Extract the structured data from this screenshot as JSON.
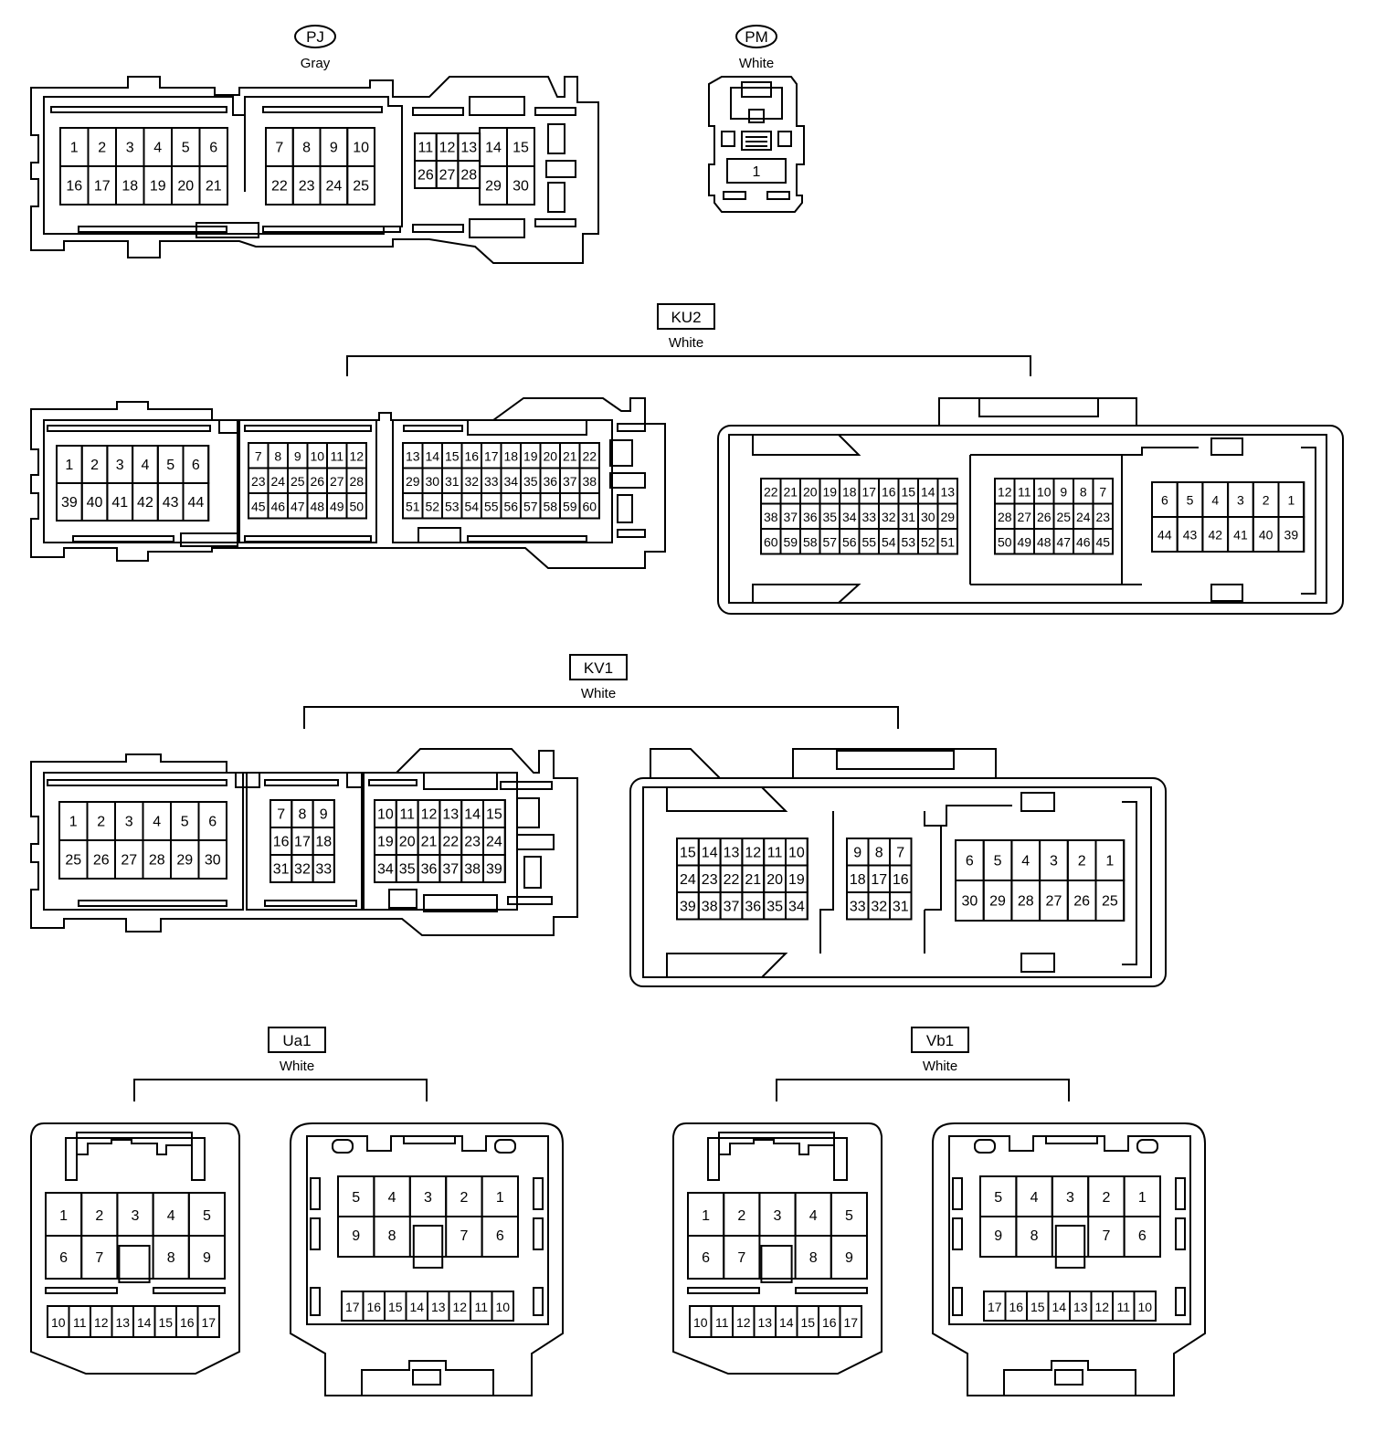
{
  "colors": {
    "ink": "#000000",
    "background": "#ffffff"
  },
  "connectors": {
    "PJ": {
      "id": "PJ",
      "color": "Gray",
      "label_style": "oval",
      "blocks": [
        {
          "rows": [
            [
              "1",
              "2",
              "3",
              "4",
              "5",
              "6"
            ],
            [
              "16",
              "17",
              "18",
              "19",
              "20",
              "21"
            ]
          ]
        },
        {
          "rows": [
            [
              "7",
              "8",
              "9",
              "10"
            ],
            [
              "22",
              "23",
              "24",
              "25"
            ]
          ]
        },
        {
          "rows": [
            [
              "11",
              "12",
              "13"
            ],
            [
              "26",
              "27",
              "28"
            ]
          ]
        },
        {
          "rows": [
            [
              "14",
              "15"
            ],
            [
              "29",
              "30"
            ]
          ]
        }
      ]
    },
    "PM": {
      "id": "PM",
      "color": "White",
      "label_style": "oval",
      "blocks": [
        {
          "rows": [
            [
              "1"
            ]
          ]
        }
      ]
    },
    "KU2": {
      "id": "KU2",
      "color": "White",
      "label_style": "box",
      "left_blocks": [
        {
          "rows": [
            [
              "1",
              "2",
              "3",
              "4",
              "5",
              "6"
            ],
            [
              "39",
              "40",
              "41",
              "42",
              "43",
              "44"
            ]
          ]
        },
        {
          "rows": [
            [
              "7",
              "8",
              "9",
              "10",
              "11",
              "12"
            ],
            [
              "23",
              "24",
              "25",
              "26",
              "27",
              "28"
            ],
            [
              "45",
              "46",
              "47",
              "48",
              "49",
              "50"
            ]
          ]
        },
        {
          "rows": [
            [
              "13",
              "14",
              "15",
              "16",
              "17",
              "18",
              "19",
              "20",
              "21",
              "22"
            ],
            [
              "29",
              "30",
              "31",
              "32",
              "33",
              "34",
              "35",
              "36",
              "37",
              "38"
            ],
            [
              "51",
              "52",
              "53",
              "54",
              "55",
              "56",
              "57",
              "58",
              "59",
              "60"
            ]
          ]
        }
      ],
      "right_blocks": [
        {
          "rows": [
            [
              "22",
              "21",
              "20",
              "19",
              "18",
              "17",
              "16",
              "15",
              "14",
              "13"
            ],
            [
              "38",
              "37",
              "36",
              "35",
              "34",
              "33",
              "32",
              "31",
              "30",
              "29"
            ],
            [
              "60",
              "59",
              "58",
              "57",
              "56",
              "55",
              "54",
              "53",
              "52",
              "51"
            ]
          ]
        },
        {
          "rows": [
            [
              "12",
              "11",
              "10",
              "9",
              "8",
              "7"
            ],
            [
              "28",
              "27",
              "26",
              "25",
              "24",
              "23"
            ],
            [
              "50",
              "49",
              "48",
              "47",
              "46",
              "45"
            ]
          ]
        },
        {
          "rows": [
            [
              "6",
              "5",
              "4",
              "3",
              "2",
              "1"
            ],
            [
              "44",
              "43",
              "42",
              "41",
              "40",
              "39"
            ]
          ]
        }
      ]
    },
    "KV1": {
      "id": "KV1",
      "color": "White",
      "label_style": "box",
      "left_blocks": [
        {
          "rows": [
            [
              "1",
              "2",
              "3",
              "4",
              "5",
              "6"
            ],
            [
              "25",
              "26",
              "27",
              "28",
              "29",
              "30"
            ]
          ]
        },
        {
          "rows": [
            [
              "7",
              "8",
              "9"
            ],
            [
              "16",
              "17",
              "18"
            ],
            [
              "31",
              "32",
              "33"
            ]
          ]
        },
        {
          "rows": [
            [
              "10",
              "11",
              "12",
              "13",
              "14",
              "15"
            ],
            [
              "19",
              "20",
              "21",
              "22",
              "23",
              "24"
            ],
            [
              "34",
              "35",
              "36",
              "37",
              "38",
              "39"
            ]
          ]
        }
      ],
      "right_blocks": [
        {
          "rows": [
            [
              "15",
              "14",
              "13",
              "12",
              "11",
              "10"
            ],
            [
              "24",
              "23",
              "22",
              "21",
              "20",
              "19"
            ],
            [
              "39",
              "38",
              "37",
              "36",
              "35",
              "34"
            ]
          ]
        },
        {
          "rows": [
            [
              "9",
              "8",
              "7"
            ],
            [
              "18",
              "17",
              "16"
            ],
            [
              "33",
              "32",
              "31"
            ]
          ]
        },
        {
          "rows": [
            [
              "6",
              "5",
              "4",
              "3",
              "2",
              "1"
            ],
            [
              "30",
              "29",
              "28",
              "27",
              "26",
              "25"
            ]
          ]
        }
      ]
    },
    "Ua1": {
      "id": "Ua1",
      "color": "White",
      "label_style": "box",
      "left": {
        "top": [
          "1",
          "2",
          "3",
          "4",
          "5"
        ],
        "mid": [
          "6",
          "7",
          "",
          "8",
          "9"
        ],
        "bottom": [
          "10",
          "11",
          "12",
          "13",
          "14",
          "15",
          "16",
          "17"
        ]
      },
      "right": {
        "top": [
          "5",
          "4",
          "3",
          "2",
          "1"
        ],
        "mid": [
          "9",
          "8",
          "",
          "7",
          "6"
        ],
        "bottom": [
          "17",
          "16",
          "15",
          "14",
          "13",
          "12",
          "11",
          "10"
        ]
      }
    },
    "Vb1": {
      "id": "Vb1",
      "color": "White",
      "label_style": "box",
      "left": {
        "top": [
          "1",
          "2",
          "3",
          "4",
          "5"
        ],
        "mid": [
          "6",
          "7",
          "",
          "8",
          "9"
        ],
        "bottom": [
          "10",
          "11",
          "12",
          "13",
          "14",
          "15",
          "16",
          "17"
        ]
      },
      "right": {
        "top": [
          "5",
          "4",
          "3",
          "2",
          "1"
        ],
        "mid": [
          "9",
          "8",
          "",
          "7",
          "6"
        ],
        "bottom": [
          "17",
          "16",
          "15",
          "14",
          "13",
          "12",
          "11",
          "10"
        ]
      }
    }
  }
}
